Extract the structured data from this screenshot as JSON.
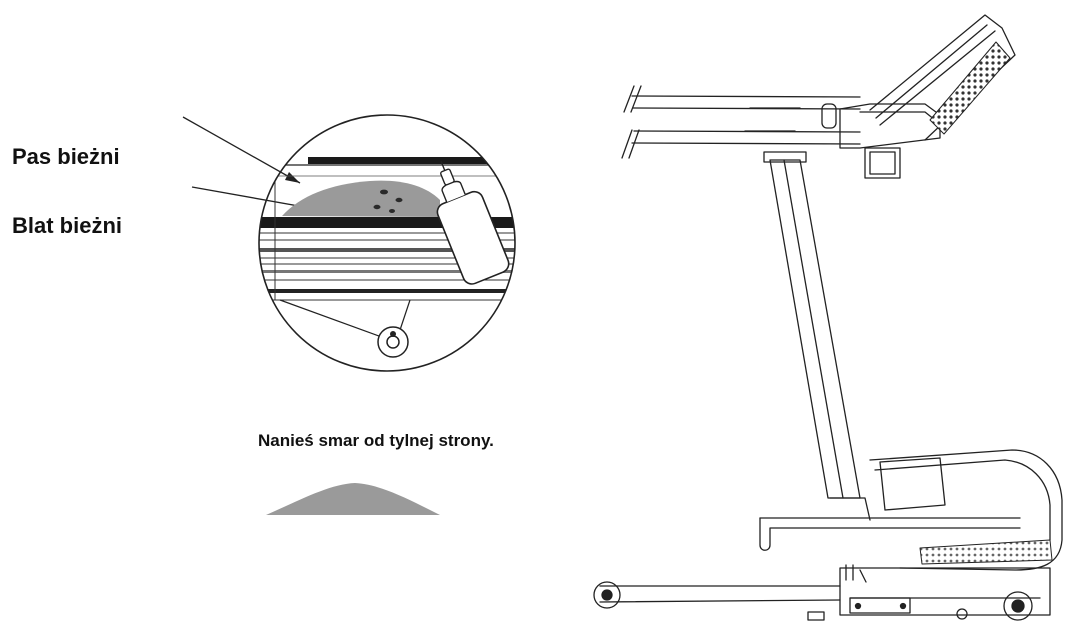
{
  "labels": {
    "belt": "Pas bieżni",
    "deck": "Blat bieżni"
  },
  "instruction": "Nanieś smar od tylnej strony.",
  "colors": {
    "line": "#222222",
    "lubricant_fill": "#9a9a9a",
    "dark_band": "#1a1a1a"
  }
}
